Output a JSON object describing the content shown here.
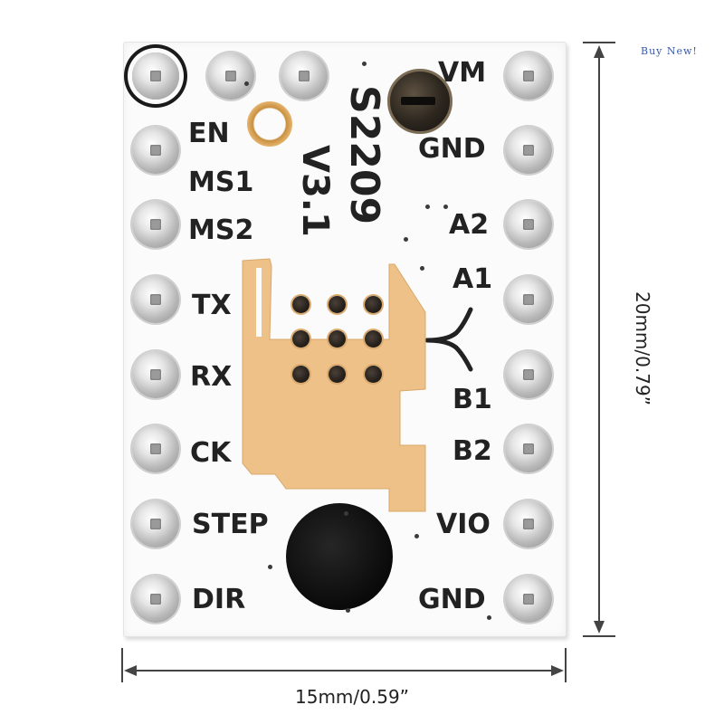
{
  "product": {
    "model": "S2209",
    "version": "V3.1"
  },
  "pins_left": [
    "EN",
    "MS1",
    "MS2",
    "TX",
    "RX",
    "CK",
    "STEP",
    "DIR"
  ],
  "pins_right": [
    "VM",
    "GND",
    "A2",
    "A1",
    "B1",
    "B2",
    "VIO",
    "GND"
  ],
  "dimensions": {
    "width": "15mm/0.59”",
    "height": "20mm/0.79”"
  },
  "watermark": "Buy  New!",
  "colors": {
    "board": "#fbfbfb",
    "copper_pad": "#eec189",
    "label_text": "#222222"
  }
}
